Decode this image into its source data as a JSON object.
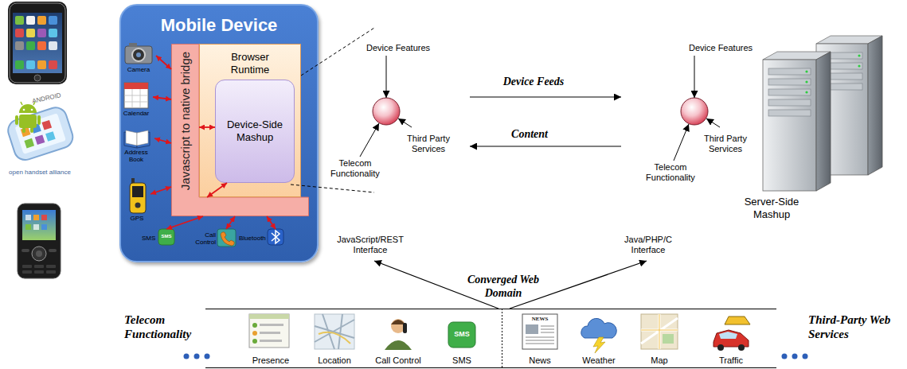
{
  "diagram": {
    "nodes": [
      {
        "text": [
          "Mobile Device"
        ]
      },
      {
        "text": [
          "Javascript to native bridge"
        ],
        "in": 0
      },
      {
        "text": [
          "Browser Runtime"
        ],
        "in": 0
      },
      {
        "text": [
          "Device-Side Mashup"
        ],
        "in": 2
      },
      {
        "text": [
          "Camera"
        ],
        "in": 0
      },
      {
        "text": [
          "Calendar"
        ],
        "in": 0
      },
      {
        "text": [
          "Address Book"
        ],
        "in": 0
      },
      {
        "text": [
          "GPS"
        ],
        "in": 0
      },
      {
        "text": [
          "SMS"
        ],
        "in": 0
      },
      {
        "text": [
          "Call Control"
        ],
        "in": 0
      },
      {
        "text": [
          "Bluetooth"
        ],
        "in": 0
      }
    ],
    "edges": [
      {
        "from": 1,
        "to": 4,
        "arrow": "both"
      },
      {
        "from": 1,
        "to": 5,
        "arrow": "both"
      },
      {
        "from": 1,
        "to": 6,
        "arrow": "both"
      },
      {
        "from": 1,
        "to": 7,
        "arrow": "both"
      },
      {
        "from": 1,
        "to": 8,
        "arrow": "both"
      },
      {
        "from": 1,
        "to": 9,
        "arrow": "both"
      },
      {
        "from": 1,
        "to": 10,
        "arrow": "both"
      },
      {
        "from": 1,
        "to": 3,
        "arrow": "both"
      },
      {
        "from": 1,
        "to": 3,
        "arrow": "both"
      }
    ],
    "labels": [
      "ANDROID",
      "open handset alliance",
      "SMS",
      "Device Features",
      "Third Party Services",
      "Telecom Functionality",
      "Device Feeds",
      "Content",
      "Device Features",
      "Third Party Services",
      "Telecom Functionality",
      "Server-Side Mashup",
      "JavaScript/REST Interface",
      "Java/PHP/C Interface",
      "Converged Web Domain",
      "Telecom Functionality",
      "Third-Party Web Services",
      "Presence",
      "Location",
      "Call Control",
      "SMS",
      "SMS",
      "News",
      "NEWS",
      "Weather",
      "Map",
      "Traffic"
    ]
  }
}
